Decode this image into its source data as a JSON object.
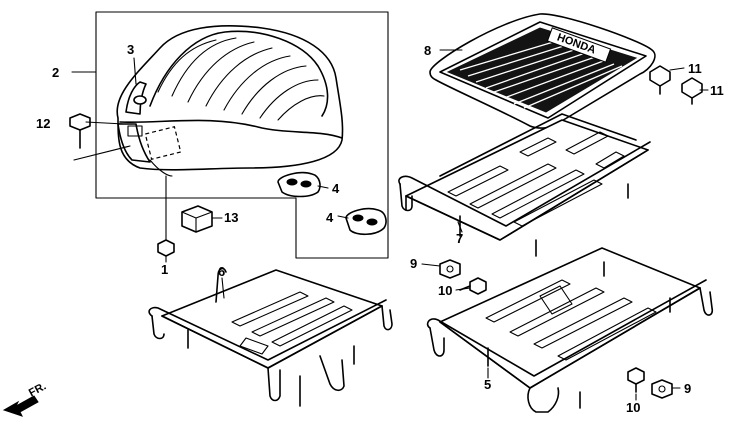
{
  "callouts": {
    "c1": "1",
    "c2": "2",
    "c3": "3",
    "c4a": "4",
    "c4b": "4",
    "c5": "5",
    "c6": "6",
    "c7": "7",
    "c8": "8",
    "c9a": "9",
    "c9b": "9",
    "c10a": "10",
    "c10b": "10",
    "c11a": "11",
    "c11b": "11",
    "c12": "12",
    "c13": "13"
  },
  "direction_label": "FR.",
  "brand_text": "HONDA"
}
